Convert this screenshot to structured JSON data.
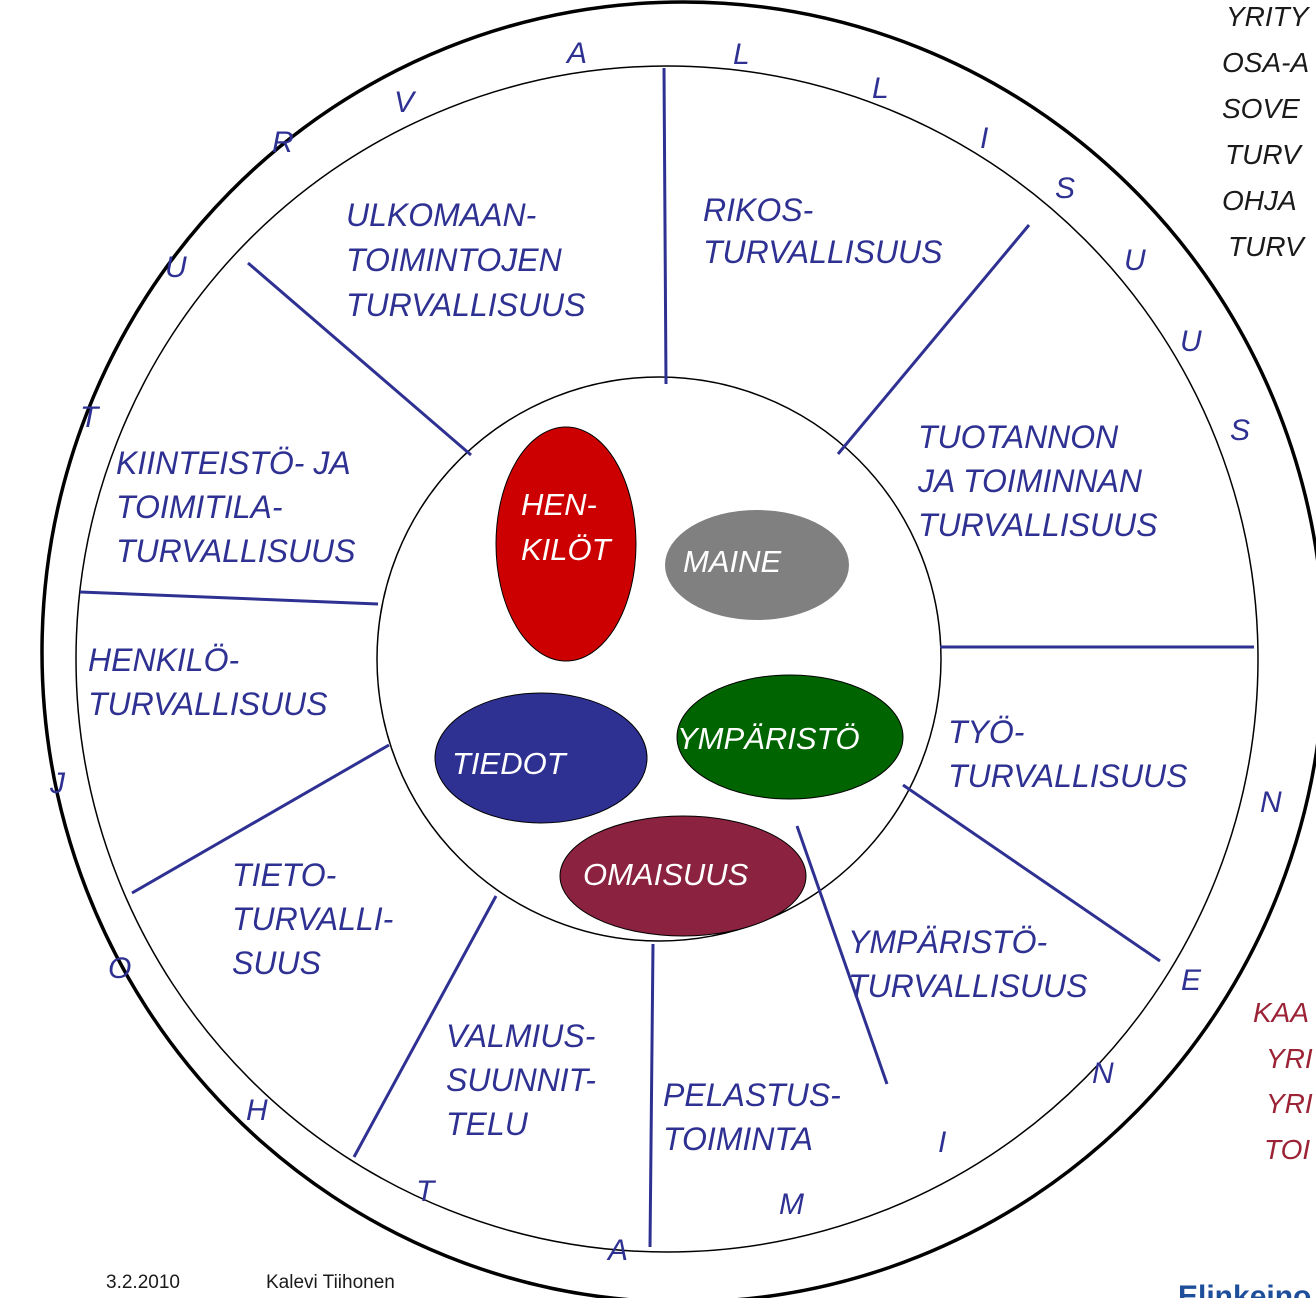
{
  "colors": {
    "line": "#2E3192",
    "text": "#2E3192",
    "henkilot": "#CC0000",
    "maine": "#808080",
    "tiedot": "#2E3192",
    "ymparisto": "#006400",
    "omaisuus": "#8B2340",
    "side_red": "#9B2335"
  },
  "ring_letters": [
    "T",
    "U",
    "R",
    "V",
    "A",
    "L",
    "L",
    "I",
    "S",
    "U",
    "U",
    "S",
    "N",
    "E",
    "N",
    "I",
    "M",
    "A",
    "T",
    "H",
    "O",
    "J"
  ],
  "segments": {
    "ulkomaan": [
      "ULKOMAAN-",
      "TOIMINTOJEN",
      "TURVALLISUUS"
    ],
    "rikos": [
      "RIKOS-",
      "TURVALLISUUS"
    ],
    "tuotannon": [
      "TUOTANNON",
      "JA TOIMINNAN",
      "TURVALLISUUS"
    ],
    "tyo": [
      "TYÖ-",
      "TURVALLISUUS"
    ],
    "ymparisto": [
      "YMPÄRISTÖ-",
      "TURVALLISUUS"
    ],
    "pelastus": [
      "PELASTUS-",
      "TOIMINTA"
    ],
    "valmius": [
      "VALMIUS-",
      "SUUNNIT-",
      "TELU"
    ],
    "tieto": [
      "TIETO-",
      "TURVALLI-",
      "SUUS"
    ],
    "henkilo": [
      "HENKILÖ-",
      "TURVALLISUUS"
    ],
    "kiinteisto": [
      "KIINTEISTÖ- JA",
      "TOIMITILA-",
      "TURVALLISUUS"
    ]
  },
  "core": {
    "henkilot": [
      "HEN-",
      "KILÖT"
    ],
    "maine": "MAINE",
    "tiedot": "TIEDOT",
    "ymparisto": "YMPÄRISTÖ",
    "omaisuus": "OMAISUUS"
  },
  "side_top": [
    "YRITY",
    "OSA-A",
    "SOVE",
    "TURV",
    "OHJA",
    "TURV"
  ],
  "side_bottom": [
    "KAA",
    "YRI",
    "YRI",
    "TOI"
  ],
  "footer": {
    "date": "3.2.2010",
    "author": "Kalevi Tiihonen",
    "brand": "Elinkeino"
  }
}
